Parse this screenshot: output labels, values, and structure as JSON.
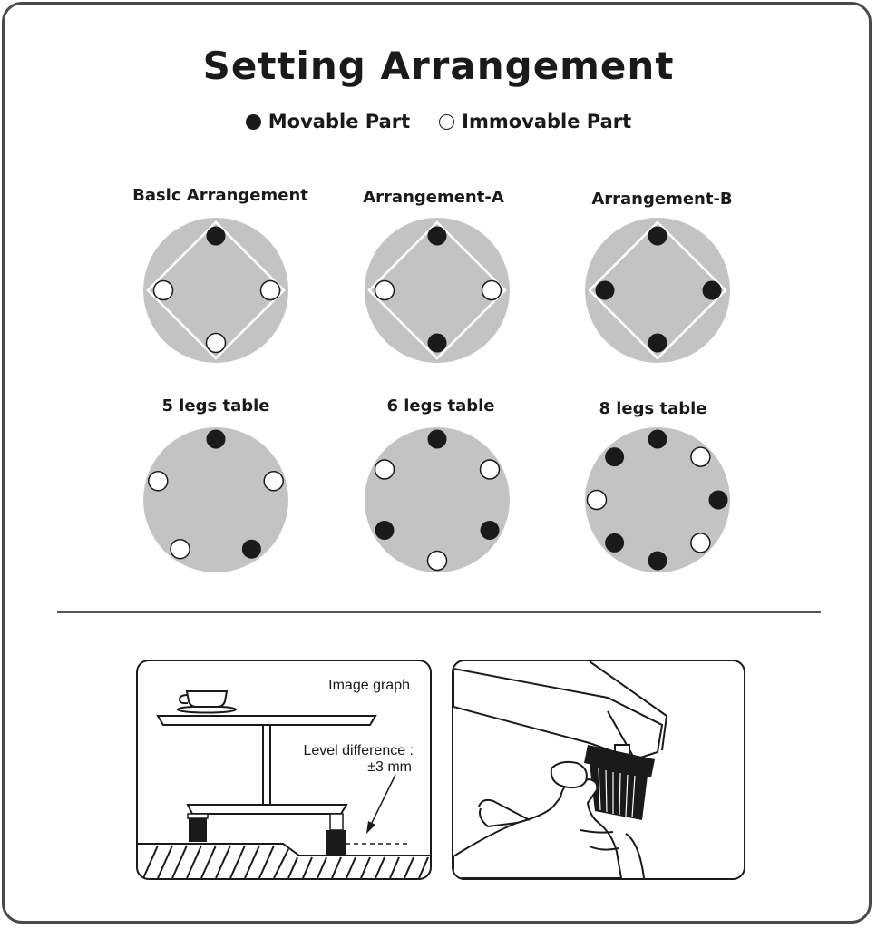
{
  "title": "Setting Arrangement",
  "legend": {
    "movable_label": "Movable Part",
    "immovable_label": "Immovable Part"
  },
  "colors": {
    "disc": "#c3c3c3",
    "movable": "#1a1a1a",
    "immovable": "#ffffff",
    "outline": "#1a1a1a"
  },
  "arrangements": [
    {
      "label": "Basic Arrangement",
      "parts": [
        "movable",
        "immovable",
        "immovable",
        "immovable"
      ]
    },
    {
      "label": "Arrangement-A",
      "parts": [
        "movable",
        "immovable",
        "movable",
        "immovable"
      ]
    },
    {
      "label": "Arrangement-B",
      "parts": [
        "movable",
        "movable",
        "movable",
        "movable"
      ]
    }
  ],
  "tables": [
    {
      "label": "5 legs table",
      "legs": [
        "movable",
        "immovable",
        "immovable",
        "movable",
        "immovable"
      ]
    },
    {
      "label": "6 legs table",
      "legs": [
        "movable",
        "immovable",
        "movable",
        "immovable",
        "movable",
        "immovable"
      ]
    },
    {
      "label": "8 legs table",
      "legs": [
        "movable",
        "movable",
        "immovable",
        "movable",
        "movable",
        "immovable",
        "movable",
        "immovable"
      ]
    }
  ],
  "image_graph": {
    "caption": "Image graph",
    "level_label": "Level difference :",
    "level_value": "±3 mm"
  }
}
